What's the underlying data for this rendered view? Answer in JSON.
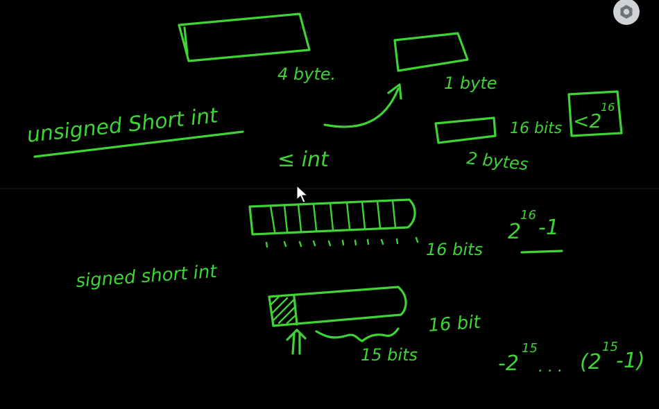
{
  "labels": {
    "four_byte": "4 byte.",
    "one_byte": "1 byte",
    "unsigned_short_int": "unsigned Short int",
    "le_int": "≤ int",
    "two_bytes": "2 bytes",
    "sixteen_bits_top": "16 bits",
    "lt_power_base": "<2",
    "lt_power_exp": "16",
    "power_base": "2",
    "power_exp": "16",
    "power_minus": "-1",
    "sixteen_bits_mid": "16 bits",
    "signed_short_int": "signed short int",
    "sixteen_bit_low": "16 bit",
    "fifteen_bits": "15 bits",
    "range_neg": "-2",
    "range_neg_exp": "15",
    "range_dots": ". . .",
    "range_open": "(2",
    "range_pos_exp": "15",
    "range_close": "-1)"
  },
  "icons": {
    "settings": "gear-icon",
    "cursor": "mouse-cursor-icon"
  },
  "colors": {
    "ink": "#3fd336",
    "background": "#000000"
  }
}
